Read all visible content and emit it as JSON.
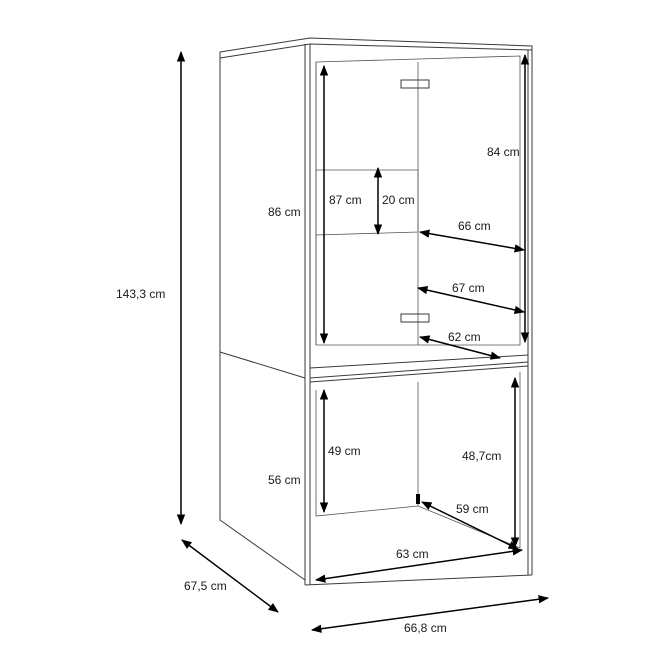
{
  "colors": {
    "line": "#3a3a3a",
    "dimension": "#000000",
    "background": "#ffffff",
    "text": "#1a1a1a"
  },
  "dimensions": {
    "total_height": "143,3 cm",
    "upper_height": "86 cm",
    "upper_inner_height": "87 cm",
    "shelf_gap": "20 cm",
    "upper_right_height": "84 cm",
    "upper_width_66": "66 cm",
    "upper_width_67": "67 cm",
    "upper_depth_62": "62 cm",
    "lower_height": "56 cm",
    "lower_inner_height": "49 cm",
    "lower_right_height": "48,7cm",
    "lower_depth_59": "59 cm",
    "lower_width_63": "63 cm",
    "depth": "67,5 cm",
    "width": "66,8 cm"
  }
}
